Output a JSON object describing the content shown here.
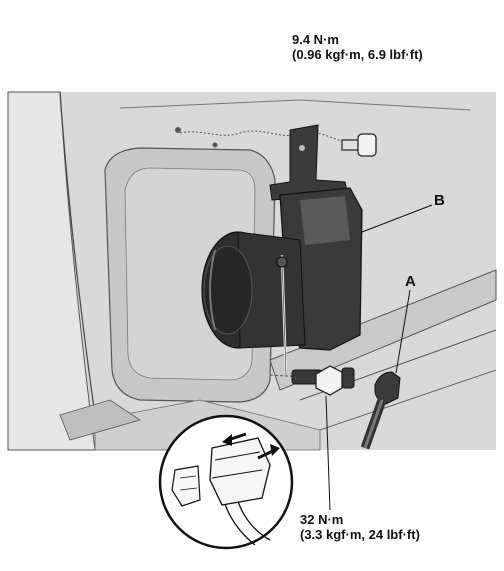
{
  "callouts": {
    "a": "A",
    "b": "B"
  },
  "torque_top": {
    "line1": "9.4 N·m",
    "line2": "(0.96 kgf·m, 6.9 lbf·ft)"
  },
  "torque_bottom": {
    "line1": "32 N·m",
    "line2": "(3.3 kgf·m, 24 lbf·ft)"
  },
  "colors": {
    "panel_bg": "#d9d9d9",
    "panel_dark": "#bdbdbd",
    "line": "#222222"
  }
}
